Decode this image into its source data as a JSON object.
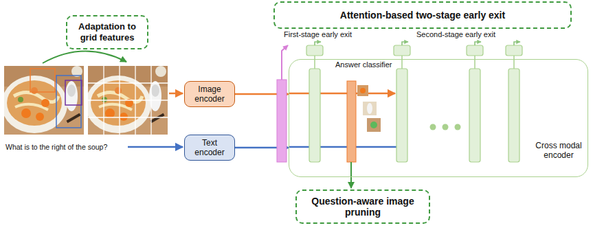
{
  "diagram": {
    "nodes": [
      {
        "text": [
          "Attention-based two-stage early exit"
        ]
      },
      {
        "text": [
          "Adaptation to grid features"
        ]
      },
      {
        "text": [
          "Image encoder"
        ]
      },
      {
        "text": [
          "Text encoder"
        ]
      },
      {
        "text": [
          "Cross modal encoder"
        ]
      },
      {
        "text": [
          "Question-aware image pruning"
        ]
      }
    ],
    "edges": [
      {
        "from": 2,
        "to": 4,
        "arrow": "to"
      },
      {
        "from": 3,
        "to": 4,
        "arrow": "to"
      }
    ],
    "labels": [
      "First-stage early exit",
      "Second-stage early exit",
      "Answer classifier",
      "What is to the right of the soup?"
    ]
  }
}
